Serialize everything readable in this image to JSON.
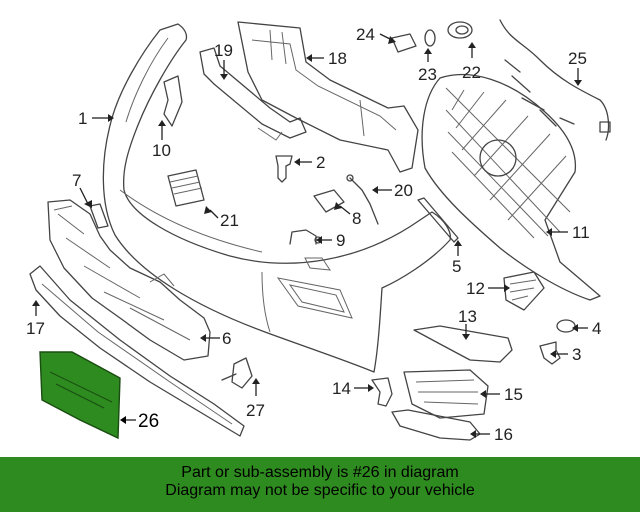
{
  "diagram": {
    "highlight_color": "#2e8b1f",
    "highlighted_part": "26",
    "callouts": {
      "c1": "1",
      "c2": "2",
      "c3": "3",
      "c4": "4",
      "c5": "5",
      "c6": "6",
      "c7": "7",
      "c8": "8",
      "c9": "9",
      "c10": "10",
      "c11": "11",
      "c12": "12",
      "c13": "13",
      "c14": "14",
      "c15": "15",
      "c16": "16",
      "c17": "17",
      "c18": "18",
      "c19": "19",
      "c20": "20",
      "c21": "21",
      "c22": "22",
      "c23": "23",
      "c24": "24",
      "c25": "25",
      "c26": "26",
      "c27": "27"
    }
  },
  "banner": {
    "line1": "Part or sub-assembly is #26 in diagram",
    "line2": "Diagram may not be specific to your vehicle",
    "background": "#2e8b1f"
  }
}
